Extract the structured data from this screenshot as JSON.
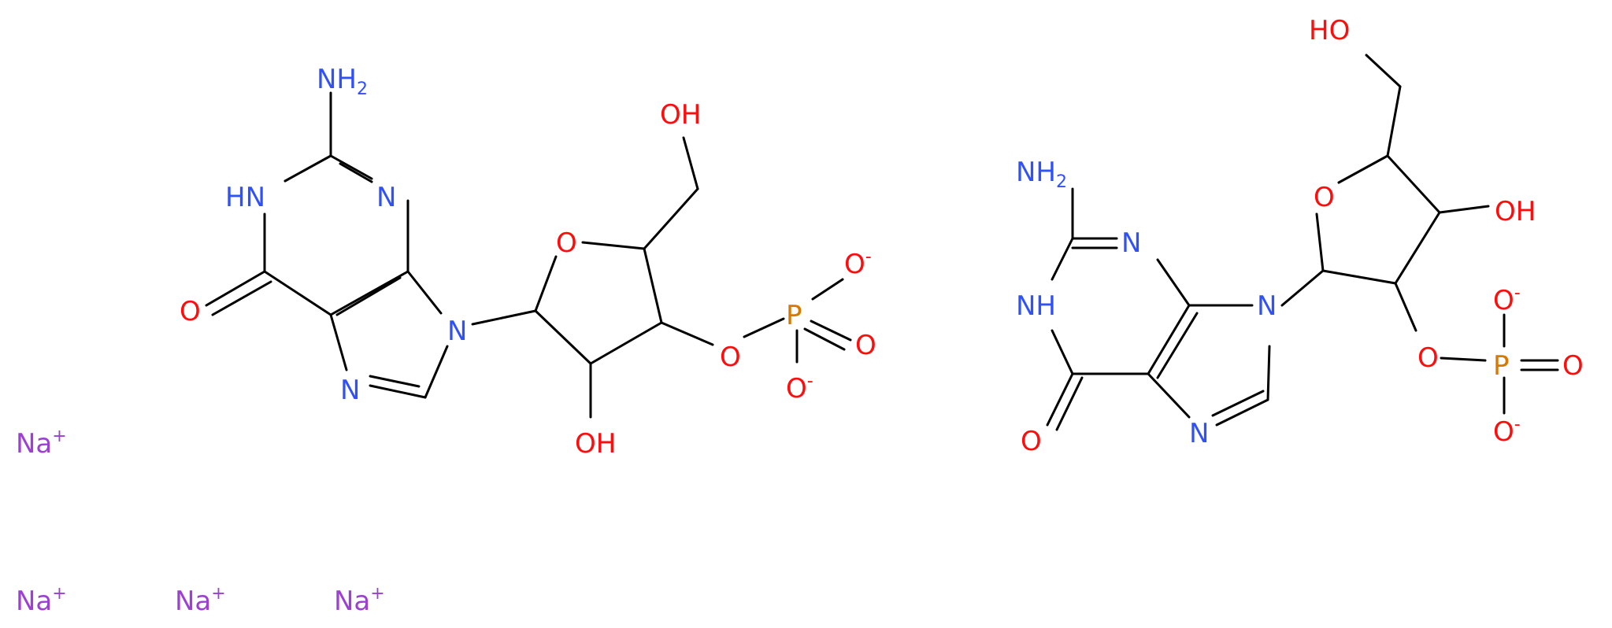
{
  "figure": {
    "ions": [
      {
        "symbol": "Na",
        "charge": "+"
      },
      {
        "symbol": "Na",
        "charge": "+"
      },
      {
        "symbol": "Na",
        "charge": "+"
      },
      {
        "symbol": "Na",
        "charge": "+"
      }
    ],
    "molecule_left": {
      "labels": {
        "nh2_main": "NH",
        "nh2_sub": "2",
        "hn": "HN",
        "n_ring_top": "N",
        "n9": "N",
        "n7": "N",
        "o_keto": "O",
        "o_ring": "O",
        "oh_ch2": "OH",
        "oh_2": "OH",
        "o_ester": "O",
        "p": "P",
        "o_top": "O",
        "o_top_charge": "-",
        "o_double": "O",
        "o_bottom": "O",
        "o_bottom_charge": "-"
      }
    },
    "molecule_right": {
      "labels": {
        "nh2_main": "NH",
        "nh2_sub": "2",
        "nh": "NH",
        "n_ring_top": "N",
        "n9": "N",
        "n7": "N",
        "o_keto": "O",
        "o_ring": "O",
        "oh_ch2": "HO",
        "oh_3": "OH",
        "o_ester": "O",
        "p": "P",
        "o_top": "O",
        "o_top_charge": "-",
        "o_double": "O",
        "o_bottom": "O",
        "o_bottom_charge": "-"
      }
    },
    "colors": {
      "nitrogen": "#3050F8",
      "oxygen": "#FF0D0D",
      "phosphorus": "#D87800",
      "sodium": "#9B40D0",
      "bond": "#000000"
    }
  }
}
